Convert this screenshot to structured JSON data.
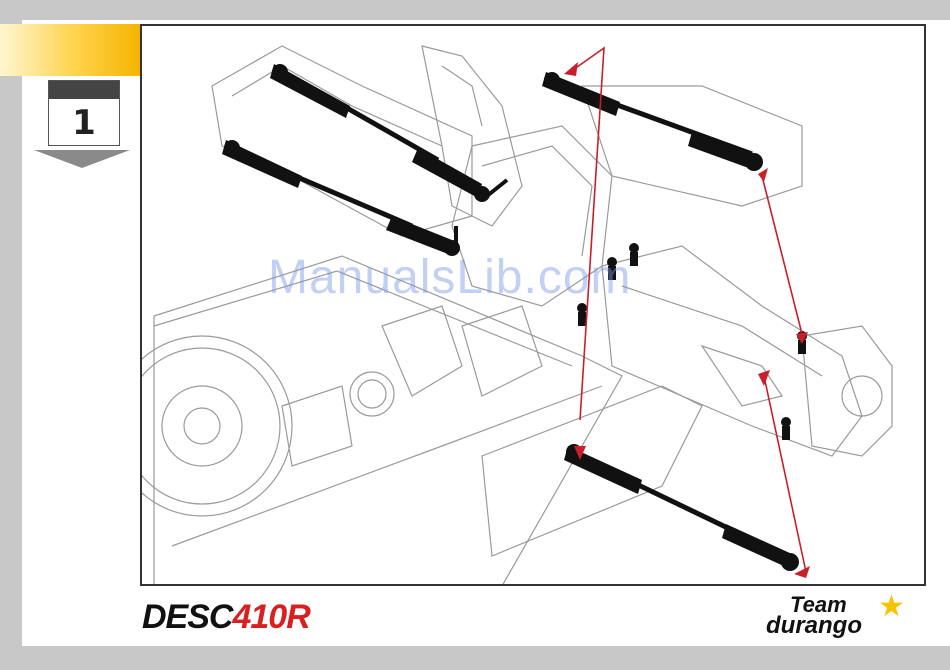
{
  "step": {
    "number": "1"
  },
  "watermark": "ManualsLib.com",
  "footer": {
    "brand_left_a": "DESC",
    "brand_left_b": "410",
    "brand_left_c": "R",
    "brand_right_a": "Team",
    "brand_right_b": "durango"
  },
  "colors": {
    "accent": "#f5b400",
    "arrow": "#c8202a",
    "part": "#111111"
  }
}
